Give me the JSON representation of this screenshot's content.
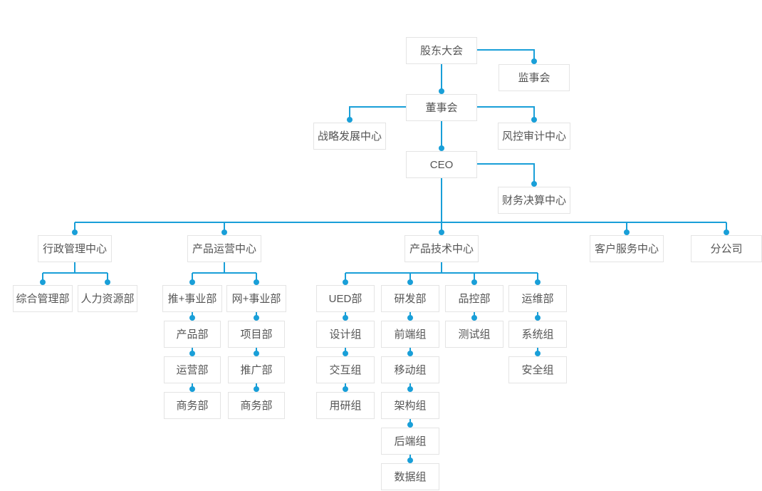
{
  "colors": {
    "line_color": "#199fd8",
    "box_border": "#e4e4e4",
    "text_color": "#555555",
    "background": "#ffffff"
  },
  "nodes": {
    "shareholders": "股东大会",
    "supervisory_board": "监事会",
    "board": "董事会",
    "strategy_center": "战略发展中心",
    "risk_audit_center": "风控审计中心",
    "ceo": "CEO",
    "finance_center": "财务决算中心",
    "admin_center": "行政管理中心",
    "ops_center": "产品运营中心",
    "tech_center": "产品技术中心",
    "service_center": "客户服务中心",
    "branch_company": "分公司",
    "general_mgmt": "综合管理部",
    "hr": "人力资源部",
    "tui_division": "推+事业部",
    "wang_division": "网+事业部",
    "product_dept": "产品部",
    "operation_dept": "运营部",
    "business_dept_1": "商务部",
    "project_dept": "项目部",
    "promotion_dept": "推广部",
    "business_dept_2": "商务部",
    "ued_dept": "UED部",
    "rd_dept": "研发部",
    "qc_dept": "品控部",
    "devops_dept": "运维部",
    "design_group": "设计组",
    "interaction_group": "交互组",
    "user_research_group": "用研组",
    "frontend_group": "前端组",
    "mobile_group": "移动组",
    "architecture_group": "架构组",
    "backend_group": "后端组",
    "data_group": "数据组",
    "testing_group": "测试组",
    "system_group": "系统组",
    "security_group": "安全组"
  },
  "hierarchy": {
    "shareholders": [
      "supervisory_board",
      "board"
    ],
    "board": [
      "strategy_center",
      "risk_audit_center",
      "ceo"
    ],
    "ceo": [
      "finance_center",
      "admin_center",
      "ops_center",
      "tech_center",
      "service_center",
      "branch_company"
    ],
    "admin_center": [
      "general_mgmt",
      "hr"
    ],
    "ops_center": [
      "tui_division",
      "wang_division"
    ],
    "tui_division": [
      "product_dept",
      "operation_dept",
      "business_dept_1"
    ],
    "wang_division": [
      "project_dept",
      "promotion_dept",
      "business_dept_2"
    ],
    "tech_center": [
      "ued_dept",
      "rd_dept",
      "qc_dept",
      "devops_dept"
    ],
    "ued_dept": [
      "design_group",
      "interaction_group",
      "user_research_group"
    ],
    "rd_dept": [
      "frontend_group",
      "mobile_group",
      "architecture_group",
      "backend_group",
      "data_group"
    ],
    "qc_dept": [
      "testing_group"
    ],
    "devops_dept": [
      "system_group",
      "security_group"
    ]
  }
}
